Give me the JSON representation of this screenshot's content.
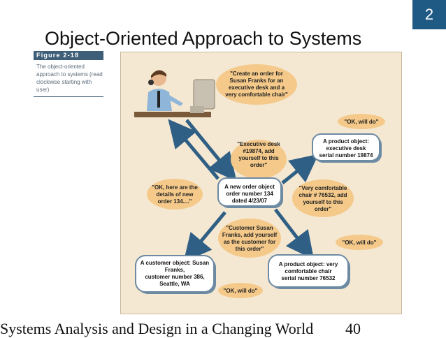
{
  "slide": {
    "chapter_number": "2",
    "title": "Object-Oriented Approach to Systems",
    "footer": "Systems Analysis and Design in a Changing World",
    "page_number": "40"
  },
  "figure": {
    "label": "Figure 2-18",
    "caption": "The object-oriented approach to systems (read clockwise starting with user)",
    "user_speech": [
      "\"Create an order for",
      "Susan Franks for an",
      "executive desk and a",
      "very comfortable chair\""
    ],
    "new_order_object": [
      "A new order object",
      "order number 134",
      "dated 4/23/07"
    ],
    "executive_desk_message": [
      "\"Executive desk",
      "#19874, add",
      "yourself to this",
      "order\""
    ],
    "product_object_desk": [
      "A product object:",
      "executive desk",
      "serial number 19874"
    ],
    "ok_will_do_1": "\"OK, will do\"",
    "chair_message": [
      "\"Very comfortable",
      "chair # 76532, add",
      "yourself to this",
      "order\""
    ],
    "ok_will_do_2": "\"OK, will do\"",
    "product_object_chair": [
      "A product object: very",
      "comfortable chair",
      "serial number 76532"
    ],
    "customer_message": [
      "\"Customer Susan",
      "Franks, add yourself",
      "as the customer for",
      "this order\""
    ],
    "ok_will_do_3": "\"OK, will do\"",
    "customer_object": [
      "A customer object: Susan",
      "Franks,",
      "customer number 386,",
      "Seattle, WA"
    ],
    "here_are_details": [
      "\"OK, here are the",
      "details of new",
      "order 134....\""
    ]
  },
  "colors": {
    "badge": "#1f5a85",
    "fig_label": "#3f5f78",
    "panel": "#f5e8d2",
    "bubble": "#f4c98a",
    "arrow": "#2f5f84",
    "object_box_border": "#6d8aa3"
  }
}
